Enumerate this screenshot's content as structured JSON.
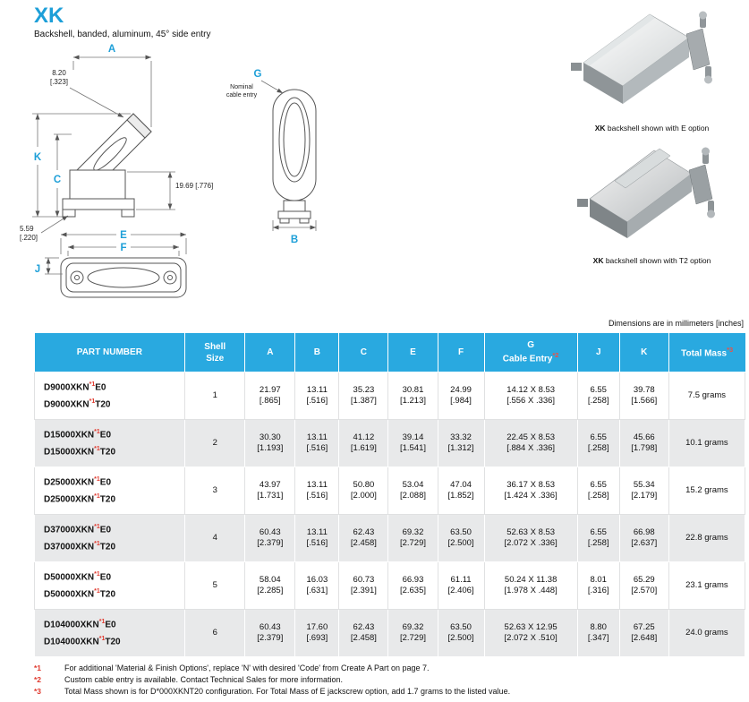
{
  "header": {
    "title": "XK",
    "subtitle": "Backshell, banded, aluminum, 45° side entry"
  },
  "diagram": {
    "labels": {
      "a": "A",
      "b": "B",
      "c": "C",
      "e": "E",
      "f": "F",
      "g": "G",
      "j": "J",
      "k": "K"
    },
    "g_note_line1": "Nominal",
    "g_note_line2": "cable entry",
    "dim_top_mm": "8.20",
    "dim_top_in": "[.323]",
    "dim_right": "19.69 [.776]",
    "dim_left_mm": "5.59",
    "dim_left_in": "[.220]"
  },
  "product_images": [
    {
      "bold": "XK",
      "rest": " backshell shown with E option"
    },
    {
      "bold": "XK",
      "rest": " backshell shown with T2 option"
    }
  ],
  "dimensions_note": "Dimensions are in millimeters [inches]",
  "table": {
    "headers": [
      {
        "key": "part-number",
        "lines": [
          "PART NUMBER"
        ]
      },
      {
        "key": "shell-size",
        "lines": [
          "Shell",
          "Size"
        ]
      },
      {
        "key": "a",
        "lines": [
          "A"
        ]
      },
      {
        "key": "b",
        "lines": [
          "B"
        ]
      },
      {
        "key": "c",
        "lines": [
          "C"
        ]
      },
      {
        "key": "e",
        "lines": [
          "E"
        ]
      },
      {
        "key": "f",
        "lines": [
          "F"
        ]
      },
      {
        "key": "g",
        "lines": [
          "G",
          "Cable Entry"
        ],
        "sup": "*2"
      },
      {
        "key": "j",
        "lines": [
          "J"
        ]
      },
      {
        "key": "k",
        "lines": [
          "K"
        ]
      },
      {
        "key": "total-mass",
        "lines": [
          "Total Mass"
        ],
        "sup": "*3"
      }
    ],
    "rows": [
      {
        "part_prefix": "D9000XKN",
        "part_sup": "*1",
        "part_suffixes": [
          "E0",
          "T20"
        ],
        "shell_size": "1",
        "cells": [
          [
            "21.97",
            "[.865]"
          ],
          [
            "13.11",
            "[.516]"
          ],
          [
            "35.23",
            "[1.387]"
          ],
          [
            "30.81",
            "[1.213]"
          ],
          [
            "24.99",
            "[.984]"
          ],
          [
            "14.12 X 8.53",
            "[.556 X .336]"
          ],
          [
            "6.55",
            "[.258]"
          ],
          [
            "39.78",
            "[1.566]"
          ]
        ],
        "total_mass": "7.5 grams"
      },
      {
        "part_prefix": "D15000XKN",
        "part_sup": "*1",
        "part_suffixes": [
          "E0",
          "T20"
        ],
        "shell_size": "2",
        "cells": [
          [
            "30.30",
            "[1.193]"
          ],
          [
            "13.11",
            "[.516]"
          ],
          [
            "41.12",
            "[1.619]"
          ],
          [
            "39.14",
            "[1.541]"
          ],
          [
            "33.32",
            "[1.312]"
          ],
          [
            "22.45 X 8.53",
            "[.884 X .336]"
          ],
          [
            "6.55",
            "[.258]"
          ],
          [
            "45.66",
            "[1.798]"
          ]
        ],
        "total_mass": "10.1 grams"
      },
      {
        "part_prefix": "D25000XKN",
        "part_sup": "*1",
        "part_suffixes": [
          "E0",
          "T20"
        ],
        "shell_size": "3",
        "cells": [
          [
            "43.97",
            "[1.731]"
          ],
          [
            "13.11",
            "[.516]"
          ],
          [
            "50.80",
            "[2.000]"
          ],
          [
            "53.04",
            "[2.088]"
          ],
          [
            "47.04",
            "[1.852]"
          ],
          [
            "36.17 X 8.53",
            "[1.424 X .336]"
          ],
          [
            "6.55",
            "[.258]"
          ],
          [
            "55.34",
            "[2.179]"
          ]
        ],
        "total_mass": "15.2 grams"
      },
      {
        "part_prefix": "D37000XKN",
        "part_sup": "*1",
        "part_suffixes": [
          "E0",
          "T20"
        ],
        "shell_size": "4",
        "cells": [
          [
            "60.43",
            "[2.379]"
          ],
          [
            "13.11",
            "[.516]"
          ],
          [
            "62.43",
            "[2.458]"
          ],
          [
            "69.32",
            "[2.729]"
          ],
          [
            "63.50",
            "[2.500]"
          ],
          [
            "52.63 X 8.53",
            "[2.072 X .336]"
          ],
          [
            "6.55",
            "[.258]"
          ],
          [
            "66.98",
            "[2.637]"
          ]
        ],
        "total_mass": "22.8 grams"
      },
      {
        "part_prefix": "D50000XKN",
        "part_sup": "*1",
        "part_suffixes": [
          "E0",
          "T20"
        ],
        "shell_size": "5",
        "cells": [
          [
            "58.04",
            "[2.285]"
          ],
          [
            "16.03",
            "[.631]"
          ],
          [
            "60.73",
            "[2.391]"
          ],
          [
            "66.93",
            "[2.635]"
          ],
          [
            "61.11",
            "[2.406]"
          ],
          [
            "50.24 X 11.38",
            "[1.978 X .448]"
          ],
          [
            "8.01",
            "[.316]"
          ],
          [
            "65.29",
            "[2.570]"
          ]
        ],
        "total_mass": "23.1 grams"
      },
      {
        "part_prefix": "D104000XKN",
        "part_sup": "*1",
        "part_suffixes": [
          "E0",
          "T20"
        ],
        "shell_size": "6",
        "cells": [
          [
            "60.43",
            "[2.379]"
          ],
          [
            "17.60",
            "[.693]"
          ],
          [
            "62.43",
            "[2.458]"
          ],
          [
            "69.32",
            "[2.729]"
          ],
          [
            "63.50",
            "[2.500]"
          ],
          [
            "52.63 X 12.95",
            "[2.072 X .510]"
          ],
          [
            "8.80",
            "[.347]"
          ],
          [
            "67.25",
            "[2.648]"
          ]
        ],
        "total_mass": "24.0 grams"
      }
    ]
  },
  "footnotes": [
    {
      "marker": "*1",
      "text": "For additional 'Material & Finish Options', replace 'N' with desired 'Code' from Create A Part on page 7."
    },
    {
      "marker": "*2",
      "text": "Custom cable entry is available. Contact Technical Sales for more information."
    },
    {
      "marker": "*3",
      "text": "Total Mass shown is for D*000XKNT20 configuration. For Total Mass of E jackscrew option, add 1.7 grams to the listed value."
    }
  ],
  "colors": {
    "accent_blue": "#1d9fd8",
    "header_blue": "#29a9e0",
    "footnote_red": "#e0392e",
    "row_alt_gray": "#e8e9ea"
  }
}
